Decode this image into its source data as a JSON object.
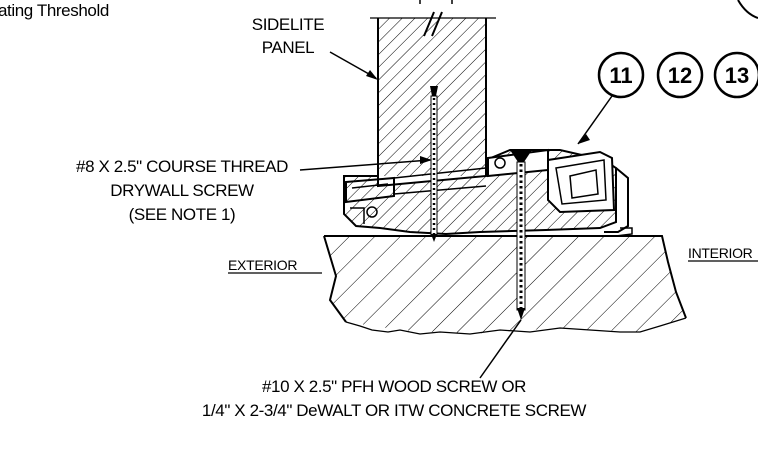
{
  "header_fragment": "ating Threshold",
  "labels": {
    "sidelite_line1": "SIDELITE",
    "sidelite_line2": "PANEL",
    "drywall_line1": "#8 X 2.5\" COURSE THREAD",
    "drywall_line2": "DRYWALL SCREW",
    "drywall_line3": "(SEE NOTE 1)",
    "exterior": "EXTERIOR",
    "interior": "INTERIOR",
    "wood_screw_line1": "#10 X 2.5\" PFH WOOD SCREW OR",
    "wood_screw_line2": "1/4\" X 2-3/4\" DeWALT OR ITW CONCRETE SCREW"
  },
  "callouts": [
    "11",
    "12",
    "13"
  ]
}
